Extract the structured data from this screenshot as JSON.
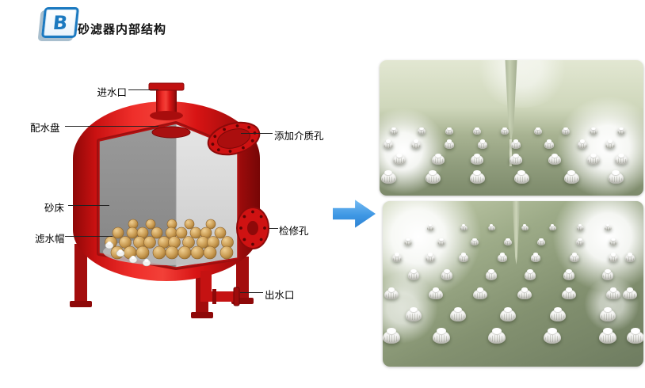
{
  "header": {
    "badge_letter": "B",
    "title": "砂滤器内部结构"
  },
  "diagram": {
    "labels": [
      {
        "id": "inlet",
        "text": "进水口"
      },
      {
        "id": "distributor",
        "text": "配水盘"
      },
      {
        "id": "media-port",
        "text": "添加介质孔"
      },
      {
        "id": "sand-bed",
        "text": "砂床"
      },
      {
        "id": "filter-cap",
        "text": "滤水帽"
      },
      {
        "id": "inspection",
        "text": "检修孔"
      },
      {
        "id": "outlet",
        "text": "出水口"
      }
    ],
    "colors": {
      "tank_red": "#d81414",
      "rim_dark": "#8c0a0a",
      "interior_gray": "#d6d6d6",
      "sand_tan": "#c9a35e"
    }
  },
  "arrow": {
    "direction": "right",
    "color": "#3e97e4"
  }
}
